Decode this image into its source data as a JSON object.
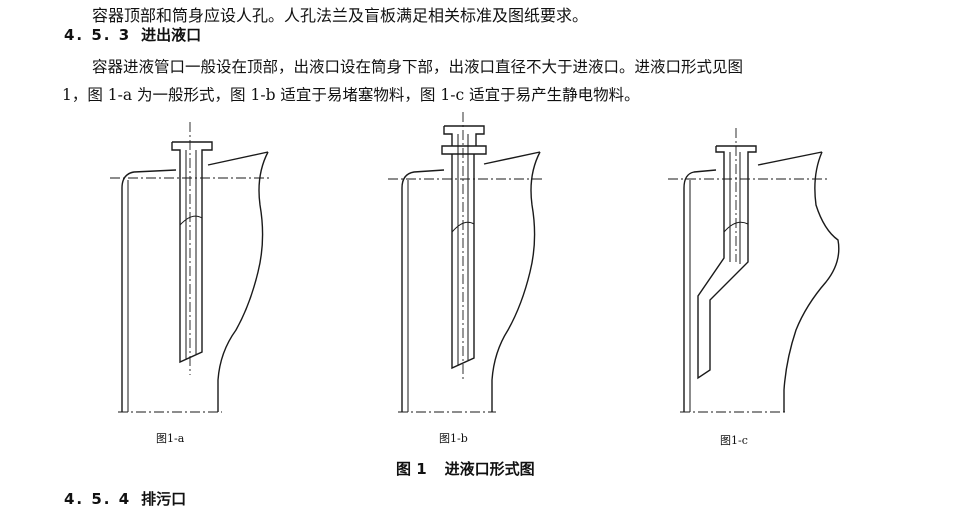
{
  "body": {
    "line_top": "容器顶部和筒身应设人孔。人孔法兰及盲板满足相关标准及图纸要求。",
    "section_453_number": "4. 5. 3",
    "section_453_title": "进出液口",
    "paragraph_line1": "容器进液管口一般设在顶部，出液口设在筒身下部，出液口直径不大于进液口。进液口形式见图",
    "paragraph_line2": "1，图 1-a 为一般形式，图 1-b 适宜于易堵塞物料，图 1-c 适宜于易产生静电物料。"
  },
  "figure": {
    "sub_a": "图1-a",
    "sub_b": "图1-b",
    "sub_c": "图1-c",
    "caption_number": "图 1",
    "caption_text": "进液口形式图"
  },
  "next_section": {
    "number": "4. 5. 4",
    "title": "排污口"
  }
}
